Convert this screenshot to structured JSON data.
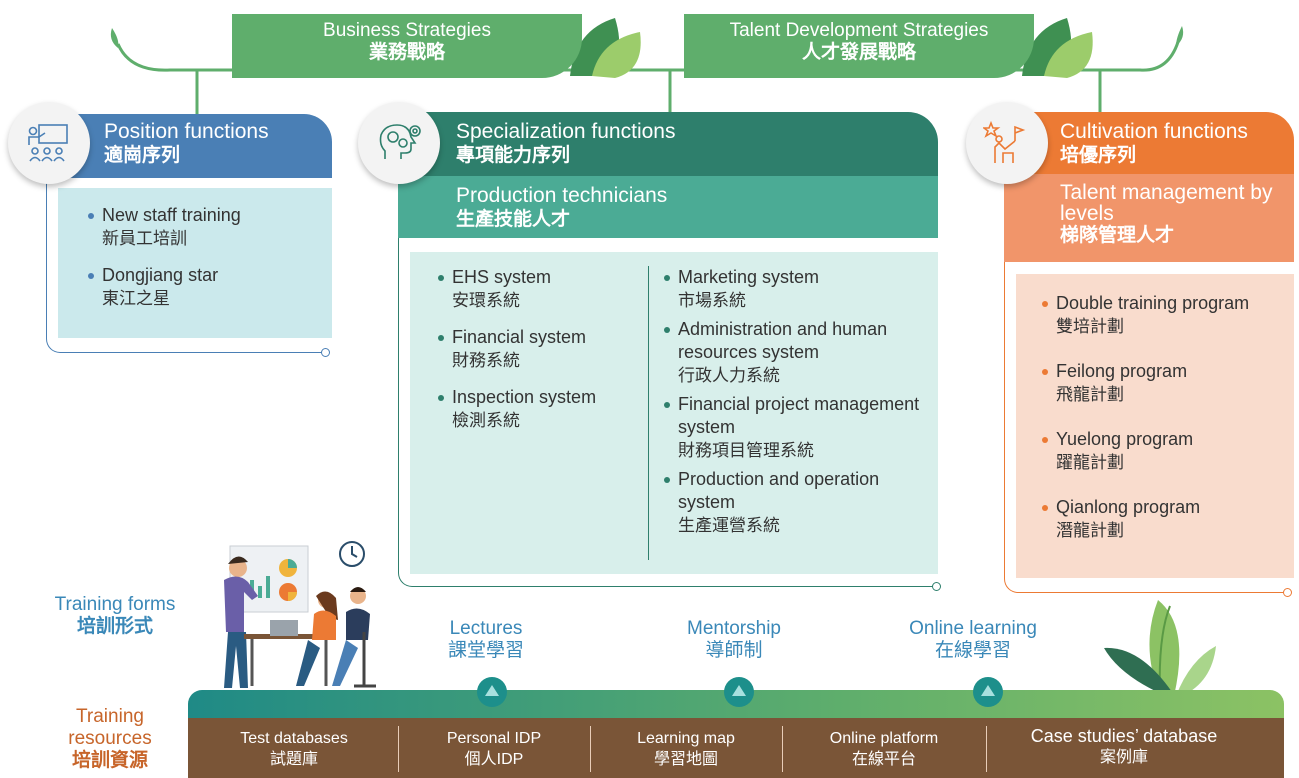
{
  "strategies": {
    "business": {
      "en": "Business Strategies",
      "zh": "業務戰略"
    },
    "talent": {
      "en": "Talent Development Strategies",
      "zh": "人才發展戰略"
    }
  },
  "position": {
    "title_en": "Position functions",
    "title_zh": "適崗序列",
    "items": [
      {
        "en": "New staff training",
        "zh": "新員工培訓"
      },
      {
        "en": "Dongjiang star",
        "zh": "東江之星"
      }
    ]
  },
  "specialization": {
    "title_en": "Specialization functions",
    "title_zh": "專項能力序列",
    "sub_en": "Production technicians",
    "sub_zh": "生產技能人才",
    "left_items": [
      {
        "en": "EHS system",
        "zh": "安環系統"
      },
      {
        "en": "Financial system",
        "zh": "財務系統"
      },
      {
        "en": "Inspection system",
        "zh": "檢測系統"
      }
    ],
    "right_items": [
      {
        "en": "Marketing system",
        "zh": "市場系統"
      },
      {
        "en": "Administration and human resources system",
        "zh": "行政人力系統"
      },
      {
        "en": "Financial project management system",
        "zh": "財務項目管理系統"
      },
      {
        "en": "Production and operation system",
        "zh": "生產運營系統"
      }
    ]
  },
  "cultivation": {
    "title_en": "Cultivation functions",
    "title_zh": "培優序列",
    "sub_en": "Talent management by levels",
    "sub_zh": "梯隊管理人才",
    "items": [
      {
        "en": "Double training program",
        "zh": "雙培計劃"
      },
      {
        "en": "Feilong program",
        "zh": "飛龍計劃"
      },
      {
        "en": "Yuelong program",
        "zh": "躍龍計劃"
      },
      {
        "en": "Qianlong program",
        "zh": "潛龍計劃"
      }
    ]
  },
  "training_forms": {
    "label_en": "Training forms",
    "label_zh": "培訓形式",
    "items": [
      {
        "en": "Lectures",
        "zh": "課堂學習"
      },
      {
        "en": "Mentorship",
        "zh": "導師制"
      },
      {
        "en": "Online learning",
        "zh": "在線學習"
      }
    ]
  },
  "training_resources": {
    "label_en_1": "Training",
    "label_en_2": "resources",
    "label_zh": "培訓資源",
    "items": [
      {
        "en": "Test databases",
        "zh": "試題庫"
      },
      {
        "en": "Personal IDP",
        "zh": "個人IDP"
      },
      {
        "en": "Learning map",
        "zh": "學習地圖"
      },
      {
        "en": "Online platform",
        "zh": "在線平台"
      },
      {
        "en": "Case studies’ database",
        "zh": "案例庫"
      }
    ]
  },
  "colors": {
    "green": "#5fae6c",
    "blue": "#4a7fb5",
    "teal_dark": "#2e7f6c",
    "teal": "#4bab95",
    "orange": "#ec7a34",
    "orange_light": "#f1956a",
    "brown": "#7a5537"
  },
  "icons": [
    "presentation-icon",
    "head-gears-icon",
    "summit-flag-icon",
    "clock-icon",
    "leaf-icon"
  ]
}
